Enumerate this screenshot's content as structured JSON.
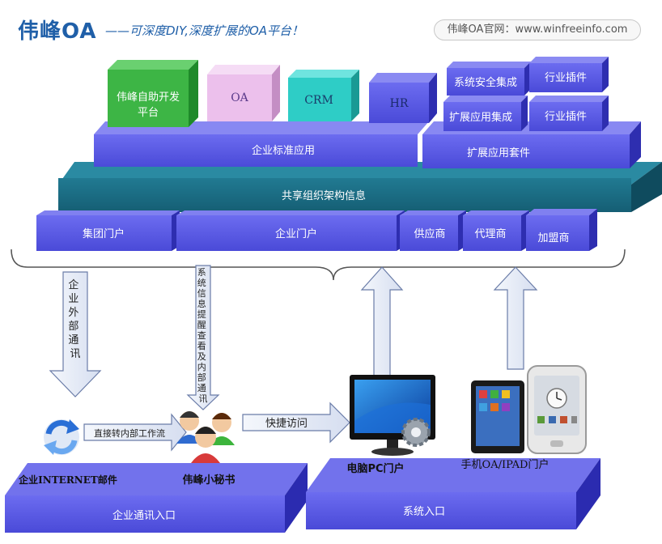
{
  "header": {
    "brand": "伟峰OA",
    "tagline": "——可深度DIY,深度扩展的OA平台！",
    "site": "伟峰OA官网：www.winfreeinfo.com"
  },
  "modules": {
    "self_dev": [
      "伟峰自助开发",
      "平台"
    ],
    "oa": "OA",
    "crm": "CRM",
    "hr": "HR",
    "security": "系统安全集成",
    "industry_plugin_1": "行业插件",
    "ext_integration": "扩展应用集成",
    "industry_plugin_2": "行业插件"
  },
  "layers": {
    "enterprise_standard": "企业标准应用",
    "extension_suite": "扩展应用套件",
    "shared_org": "共享组织架构信息"
  },
  "portals": {
    "group": "集团门户",
    "enterprise": "企业门户",
    "supplier": "供应商",
    "agent": "代理商",
    "franchise": "加盟商"
  },
  "arrows": {
    "external_comm": [
      "企",
      "业",
      "外",
      "部",
      "通",
      "讯"
    ],
    "reminder": [
      "系",
      "统",
      "信",
      "息",
      "提",
      "醒",
      "查",
      "看",
      "及",
      "内",
      "部",
      "通",
      "讯"
    ],
    "workflow": "直接转内部工作流",
    "quick_access": "快捷访问"
  },
  "bottom": {
    "internet_mail": "企业INTERNET邮件",
    "secretary": "伟峰小秘书",
    "comm_entry": "企业通讯入口",
    "pc_portal": "电脑PC门户",
    "mobile_portal": "手机OA/IPAD门户",
    "system_entry": "系统入口"
  },
  "colors": {
    "brand_blue": "#1f5fa8",
    "platform_purple": "#5b5be6",
    "shared_teal": "#1a6f86",
    "green": "#3db545",
    "pink": "#ecc0ec",
    "cyan": "#2ecdc6"
  }
}
